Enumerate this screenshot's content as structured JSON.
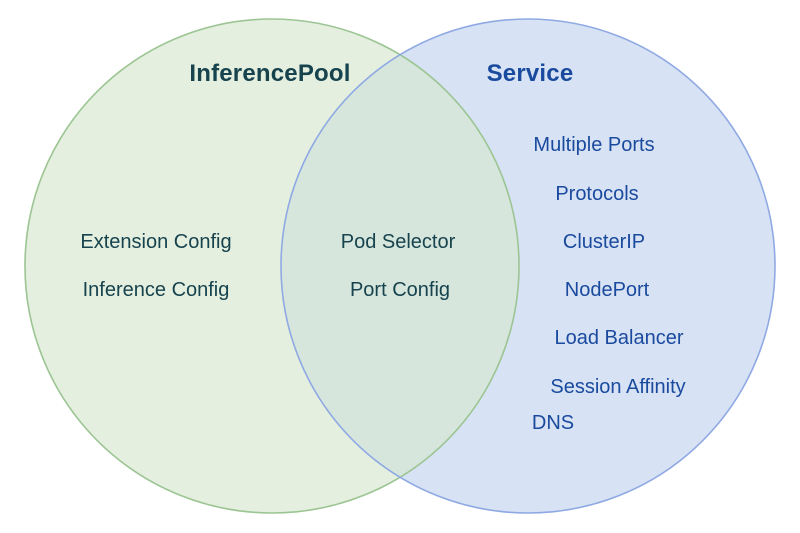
{
  "venn": {
    "left": {
      "title": "InferencePool",
      "items": [
        "Extension Config",
        "Inference Config"
      ]
    },
    "overlap": {
      "items": [
        "Pod Selector",
        "Port Config"
      ]
    },
    "right": {
      "title": "Service",
      "items": [
        "Multiple Ports",
        "Protocols",
        "ClusterIP",
        "NodePort",
        "Load Balancer",
        "Session Affinity",
        "DNS"
      ]
    },
    "colors": {
      "left_fill": "#e4efdf",
      "left_stroke": "#9cc593",
      "right_fill": "#d7e2f4",
      "right_stroke": "#8fa9e3",
      "overlap_fill": "#d6e6dd",
      "left_text": "#17434e",
      "right_text": "#1a4a9e"
    }
  }
}
